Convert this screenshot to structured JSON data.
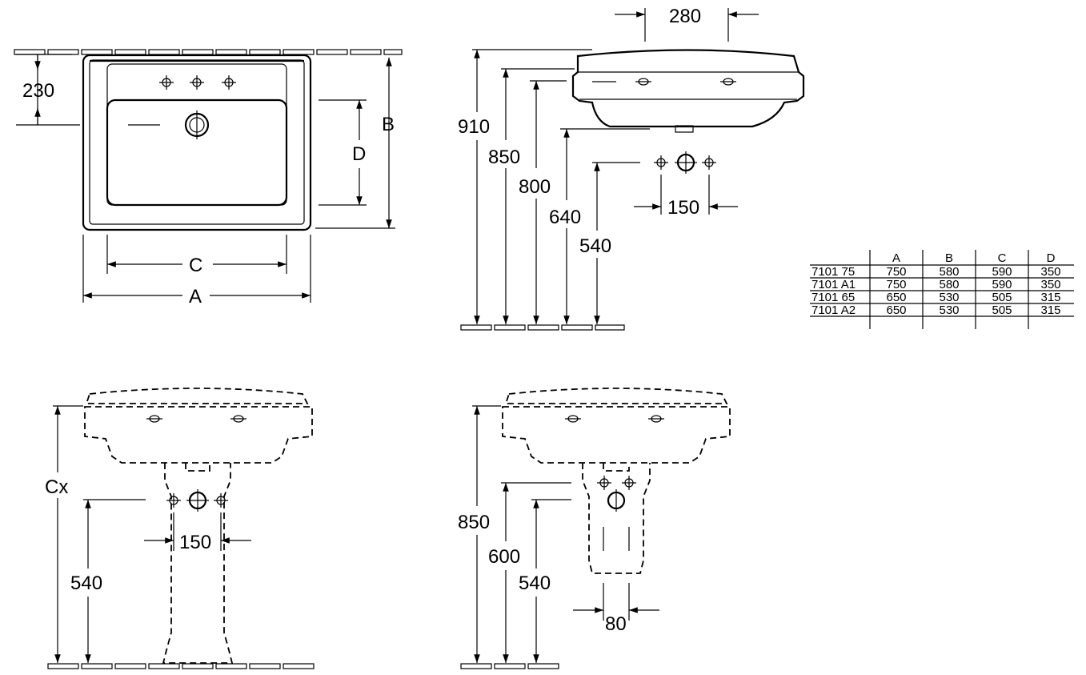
{
  "dimensions": {
    "top_view": {
      "d230": "230",
      "B": "B",
      "D": "D",
      "C": "C",
      "A": "A"
    },
    "side_view": {
      "d280": "280",
      "d910": "910",
      "d850": "850",
      "d800": "800",
      "d640": "640",
      "d540": "540",
      "d150": "150"
    },
    "front_pedestal": {
      "Cx": "Cx",
      "d540": "540",
      "d150": "150"
    },
    "front_semi_pedestal": {
      "d850": "850",
      "d600": "600",
      "d540": "540",
      "d80": "80"
    }
  },
  "table": {
    "headers": [
      "",
      "A",
      "B",
      "C",
      "D"
    ],
    "rows": [
      [
        "7101 75",
        "750",
        "580",
        "590",
        "350"
      ],
      [
        "7101 A1",
        "750",
        "580",
        "590",
        "350"
      ],
      [
        "7101 65",
        "650",
        "530",
        "505",
        "315"
      ],
      [
        "7101 A2",
        "650",
        "530",
        "505",
        "315"
      ]
    ]
  }
}
